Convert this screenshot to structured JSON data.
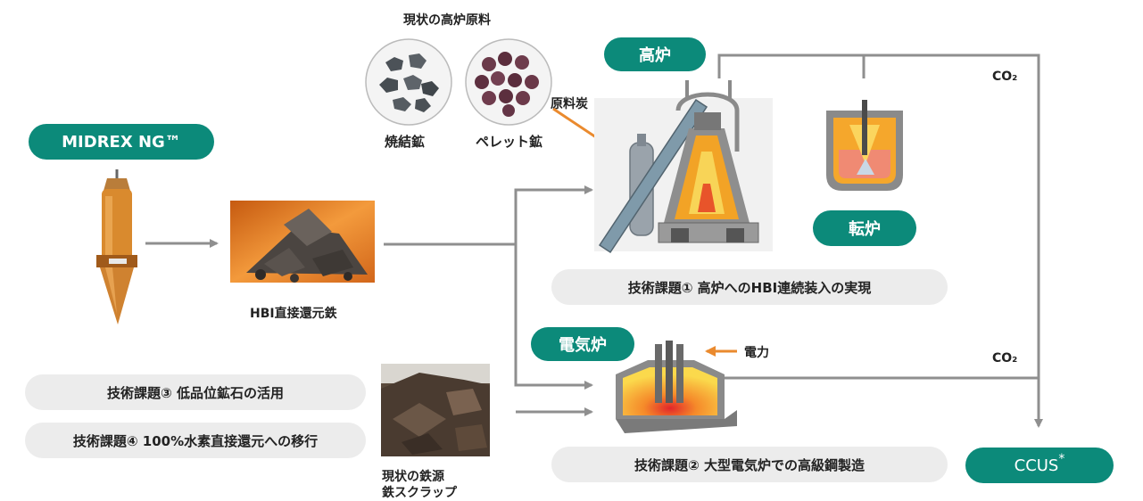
{
  "labels": {
    "blast_furnace_materials_title": "現状の高炉原料",
    "sinter_ore": "焼結鉱",
    "pellet_ore": "ペレット鉱",
    "coking_coal": "原料炭",
    "blast_furnace": "高炉",
    "converter": "転炉",
    "co2_top": "CO₂",
    "co2_mid": "CO₂",
    "midrex": "MIDREX NG™",
    "hbi": "HBI直接還元鉄",
    "eaf": "電気炉",
    "electric_power": "電力",
    "ccus": "CCUS",
    "ccus_mark": "*",
    "scrap_line1": "現状の鉄源",
    "scrap_line2": "鉄スクラップ"
  },
  "challenges": {
    "c1": "技術課題① 高炉へのHBI連続装入の実現",
    "c2": "技術課題② 大型電気炉での高級鋼製造",
    "c3": "技術課題③ 低品位鉱石の活用",
    "c4": "技術課題④ 100%水素直接還元への移行"
  },
  "colors": {
    "teal": "#0c8a7a",
    "gray_line": "#8f8f8f",
    "orange_arrow": "#ea8a2e",
    "challenge_bg": "#ececec"
  }
}
